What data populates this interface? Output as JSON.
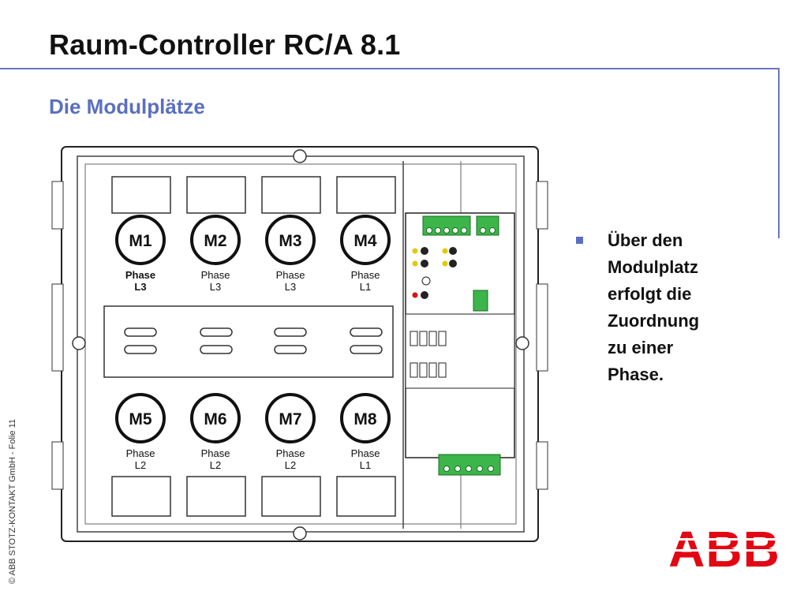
{
  "slide": {
    "title": "Raum-Controller RC/A 8.1",
    "subtitle": "Die Modulplätze",
    "footer": "© ABB STOTZ-KONTAKT GmbH  - Folie 11"
  },
  "modules": [
    {
      "label": "M1",
      "phase_word": "Phase",
      "phase": "L3"
    },
    {
      "label": "M2",
      "phase_word": "Phase",
      "phase": "L3"
    },
    {
      "label": "M3",
      "phase_word": "Phase",
      "phase": "L3"
    },
    {
      "label": "M4",
      "phase_word": "Phase",
      "phase": "L1"
    },
    {
      "label": "M5",
      "phase_word": "Phase",
      "phase": "L2"
    },
    {
      "label": "M6",
      "phase_word": "Phase",
      "phase": "L2"
    },
    {
      "label": "M7",
      "phase_word": "Phase",
      "phase": "L2"
    },
    {
      "label": "M8",
      "phase_word": "Phase",
      "phase": "L1"
    }
  ],
  "bullets": [
    {
      "text": "Über den\nModulplatz\nerfolgt die\nZuordnung\nzu einer\nPhase."
    }
  ],
  "logo": {
    "text": "ABB",
    "color": "#e30613"
  },
  "colors": {
    "accent": "#5a6fc1",
    "rule": "#6b73c4",
    "terminal": "#3cb54a"
  }
}
